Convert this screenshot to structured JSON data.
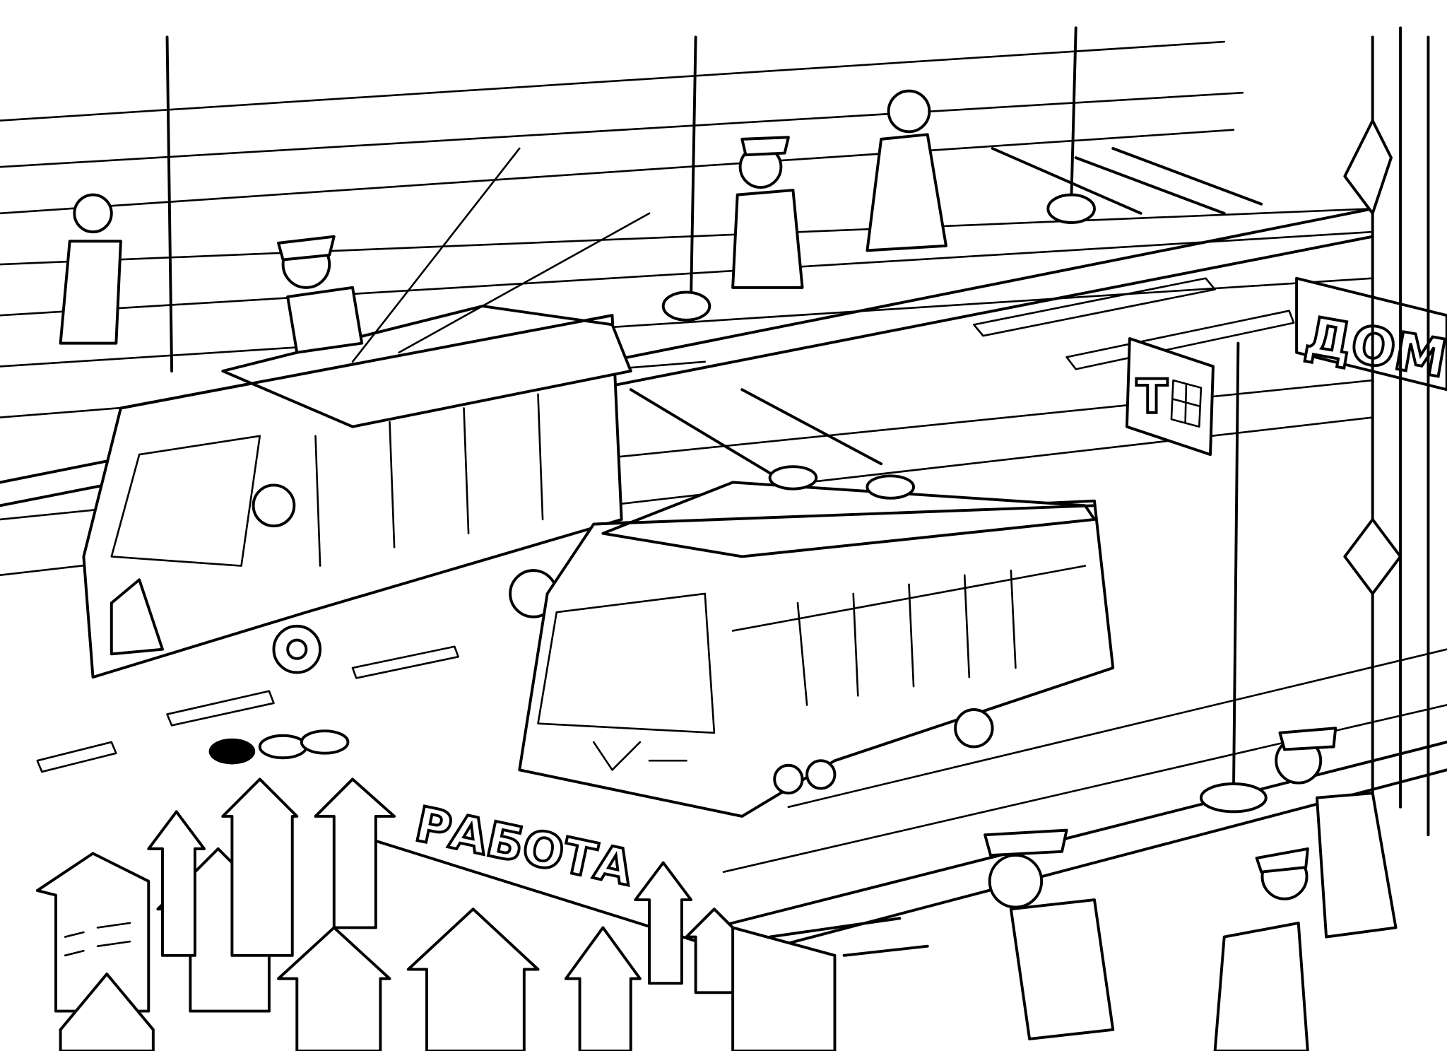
{
  "scene": {
    "signs": {
      "work_label": "РАБОТА",
      "home_label": "ДОМ",
      "trolley_stop_label": "Т"
    },
    "colors": {
      "ink": "#000000",
      "paper": "#ffffff"
    }
  }
}
